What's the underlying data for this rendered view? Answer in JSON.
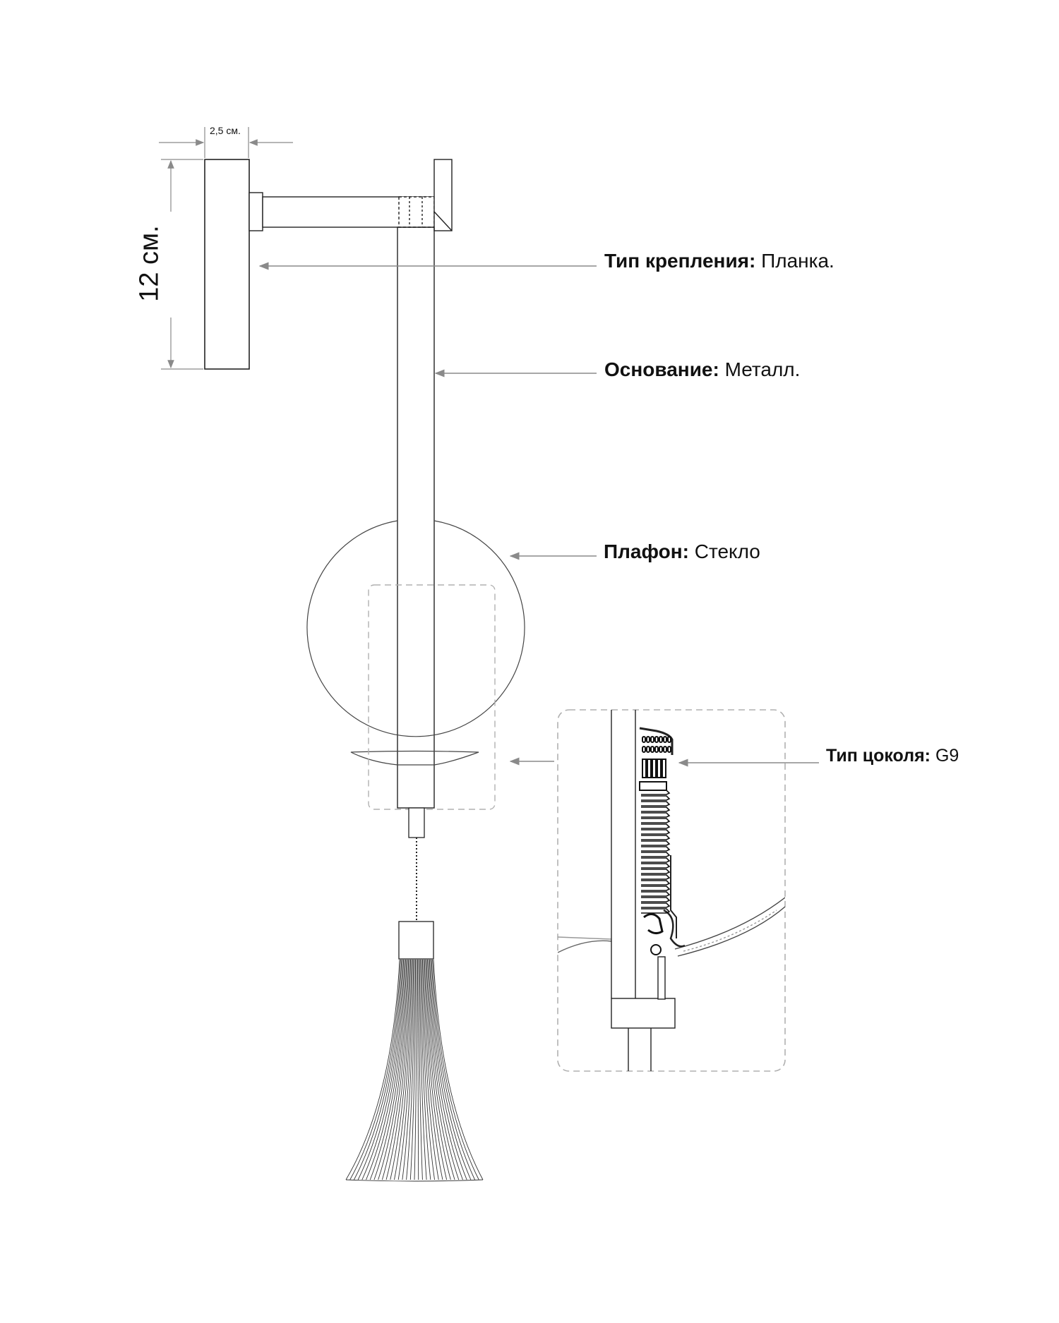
{
  "dimensions": {
    "width_label": "2,5 см.",
    "height_label": "12 см."
  },
  "callouts": [
    {
      "key": "Тип крепления:",
      "value": "Планка."
    },
    {
      "key": "Основание:",
      "value": "Металл."
    },
    {
      "key": "Плафон:",
      "value": "Стекло"
    },
    {
      "key": "Тип цоколя:",
      "value": "G9"
    }
  ],
  "colors": {
    "line": "#222222",
    "leader": "#8a8a8a",
    "dashed": "#b0b0b0"
  }
}
